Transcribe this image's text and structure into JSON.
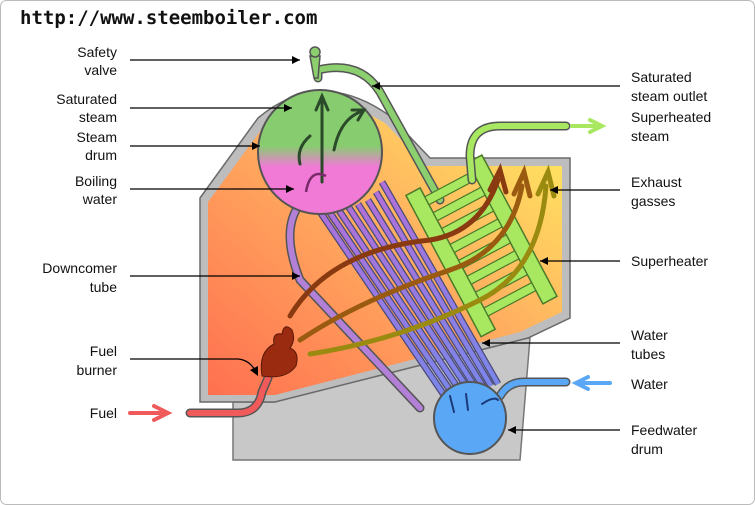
{
  "header": {
    "url": "http://www.steemboiler.com"
  },
  "labels_left": [
    {
      "lines": [
        "Safety",
        "valve"
      ]
    },
    {
      "lines": [
        "Saturated",
        "steam"
      ]
    },
    {
      "lines": [
        "Steam",
        "drum"
      ]
    },
    {
      "lines": [
        "Boiling",
        "water"
      ]
    },
    {
      "lines": [
        "Downcomer",
        "tube"
      ]
    },
    {
      "lines": [
        "Fuel",
        "burner"
      ]
    },
    {
      "lines": [
        "Fuel"
      ]
    }
  ],
  "labels_right": [
    {
      "lines": [
        "Saturated",
        "steam outlet"
      ]
    },
    {
      "lines": [
        "Superheated",
        "steam"
      ]
    },
    {
      "lines": [
        "Exhaust",
        "gasses"
      ]
    },
    {
      "lines": [
        "Superheater"
      ]
    },
    {
      "lines": [
        "Water",
        "tubes"
      ]
    },
    {
      "lines": [
        "Water"
      ]
    },
    {
      "lines": [
        "Feedwater",
        "drum"
      ]
    }
  ],
  "colors": {
    "steam": "#8ccf6e",
    "boiling_water": "#f07ad6",
    "feedwater": "#5aa8f5",
    "fuel": "#f05a5a",
    "superheater": "#a8e860",
    "flame": "#9a2a10"
  }
}
